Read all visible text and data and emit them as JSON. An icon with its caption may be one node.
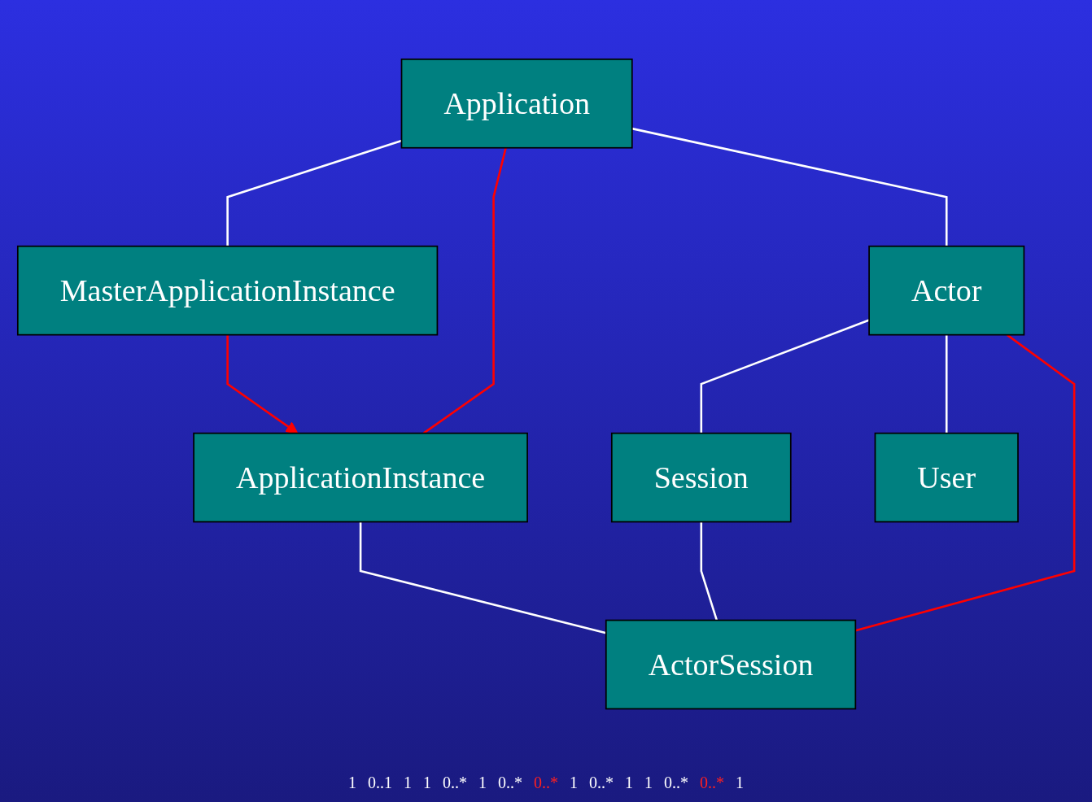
{
  "diagram": {
    "nodes": [
      {
        "text": [
          "Application"
        ]
      },
      {
        "text": [
          "MasterApplicationInstance"
        ]
      },
      {
        "text": [
          "ApplicationInstance"
        ]
      },
      {
        "text": [
          "Actor"
        ]
      },
      {
        "text": [
          "Session"
        ]
      },
      {
        "text": [
          "ActorSession"
        ]
      },
      {
        "text": [
          "User"
        ]
      }
    ],
    "edges": [
      {
        "from": 0,
        "to": 1,
        "arrow": "none"
      },
      {
        "from": 1,
        "to": 2,
        "arrow": "to",
        "color": "#ff0000"
      },
      {
        "from": 0,
        "to": 2,
        "arrow": "none",
        "color": "#ff0000"
      },
      {
        "from": 0,
        "to": 3,
        "arrow": "none"
      },
      {
        "from": 2,
        "to": 5,
        "arrow": "none"
      },
      {
        "from": 3,
        "to": 4,
        "arrow": "none"
      },
      {
        "from": 4,
        "to": 5,
        "arrow": "none"
      },
      {
        "from": 3,
        "to": 5,
        "arrow": "none",
        "color": "#ff0000"
      },
      {
        "from": 3,
        "to": 6,
        "arrow": "none"
      }
    ],
    "labels": [
      "1",
      "0..1",
      "1",
      "1",
      "0..*",
      "1",
      "0..*",
      "0..*",
      "1",
      "0..*",
      "1",
      "1",
      "0..*",
      "0..*",
      "1"
    ]
  }
}
